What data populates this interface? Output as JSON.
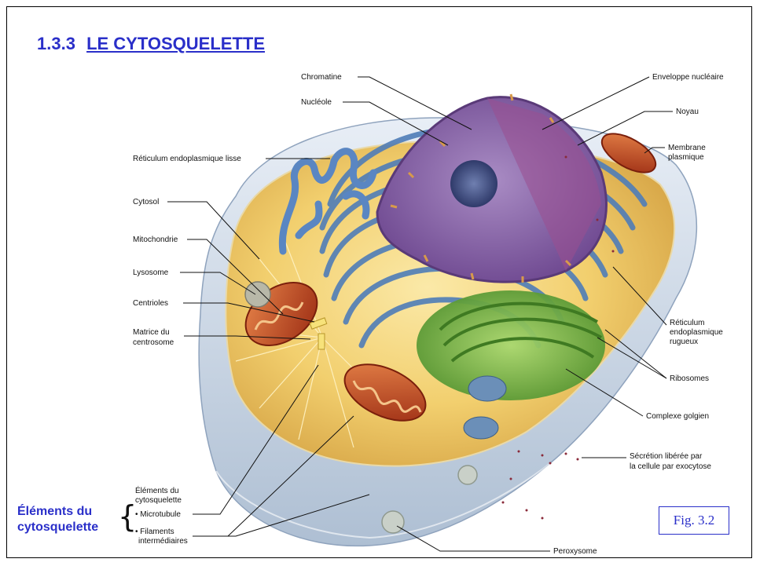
{
  "title": {
    "number": "1.3.3",
    "text": "LE CYTOSQUELETTE"
  },
  "labels": {
    "chromatine": "Chromatine",
    "nucleole": "Nucléole",
    "reticulum_lisse": "Réticulum endoplasmique lisse",
    "cytosol": "Cytosol",
    "mitochondrie": "Mitochondrie",
    "lysosome": "Lysosome",
    "centrioles": "Centrioles",
    "matrice_1": "Matrice du",
    "matrice_2": "centrosome",
    "enveloppe": "Enveloppe nucléaire",
    "noyau": "Noyau",
    "membrane_1": "Membrane",
    "membrane_2": "plasmique",
    "reticulum_rugueux_1": "Réticulum",
    "reticulum_rugueux_2": "endoplasmique",
    "reticulum_rugueux_3": "rugueux",
    "ribosomes": "Ribosomes",
    "golgi": "Complexe golgien",
    "secretion_1": "Sécrétion libérée par",
    "secretion_2": "la cellule par exocytose",
    "peroxysome": "Peroxysome",
    "elements_1": "Éléments du",
    "elements_2": "cytosquelette",
    "microtubule": "• Microtubule",
    "filaments_1": "• Filaments",
    "filaments_2": "intermédiaires"
  },
  "side_label": {
    "line1": "Éléments du",
    "line2": "cytosquelette"
  },
  "figure_ref": "Fig. 3.2",
  "colors": {
    "title": "#2a2fc9",
    "cytosol": "#f2cf6e",
    "nucleus": "#8a5aa8",
    "er": "#4f7db8",
    "golgi": "#7fbf4a",
    "mitochondria": "#c8502a",
    "membrane": "#c9d6e6"
  }
}
